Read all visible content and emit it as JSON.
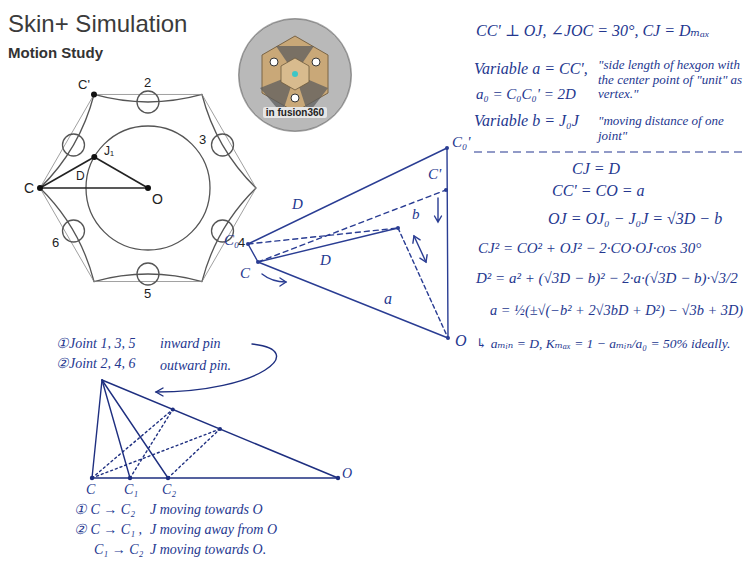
{
  "diagram": {
    "title": "Skin+ Simulation",
    "nodes": [
      {
        "text": [
          "in fusion360"
        ]
      }
    ],
    "labels": [
      "Motion Study",
      "2",
      "3",
      "4",
      "5",
      "6",
      "C'",
      "J₁",
      "D",
      "C",
      "O",
      "C₀'",
      "C'",
      "D",
      "C₀",
      "C",
      "D",
      "a",
      "b",
      "O",
      "CC' ⊥ OJ,  ∠JOC = 30°,  CJ = Dₘₐₓ",
      "Variable a = CC',",
      "\"side length of hexgon with the center point of \"unit\" as vertex.\"",
      "a₀ = C₀C₀' = 2D",
      "Variable b = J₀J",
      "\"moving distance of one joint\"",
      "CJ = D",
      "CC' = CO = a",
      "OJ = OJ₀ − J₀J = √3D − b",
      "CJ² = CO² + OJ² − 2·CO·OJ·cos 30°",
      "D² = a² + (√3D − b)² − 2·a·(√3D − b)·√3/2",
      "a = ½(±√(−b² + 2√3bD + D²) − √3b + 3D)",
      "↳ aₘᵢₙ = D,  Kₘₐₓ = 1 − aₘᵢₙ/a₀ = 50% ideally.",
      "①Joint 1, 3, 5",
      "inward pin",
      "②Joint 2, 4, 6",
      "outward pin.",
      "C",
      "C₁",
      "C₂",
      "O",
      "① C → C₂",
      "J moving towards O",
      "② C → C₁ ,",
      "J moving away from O",
      "C₁ → C₂",
      "J moving towards O."
    ]
  }
}
